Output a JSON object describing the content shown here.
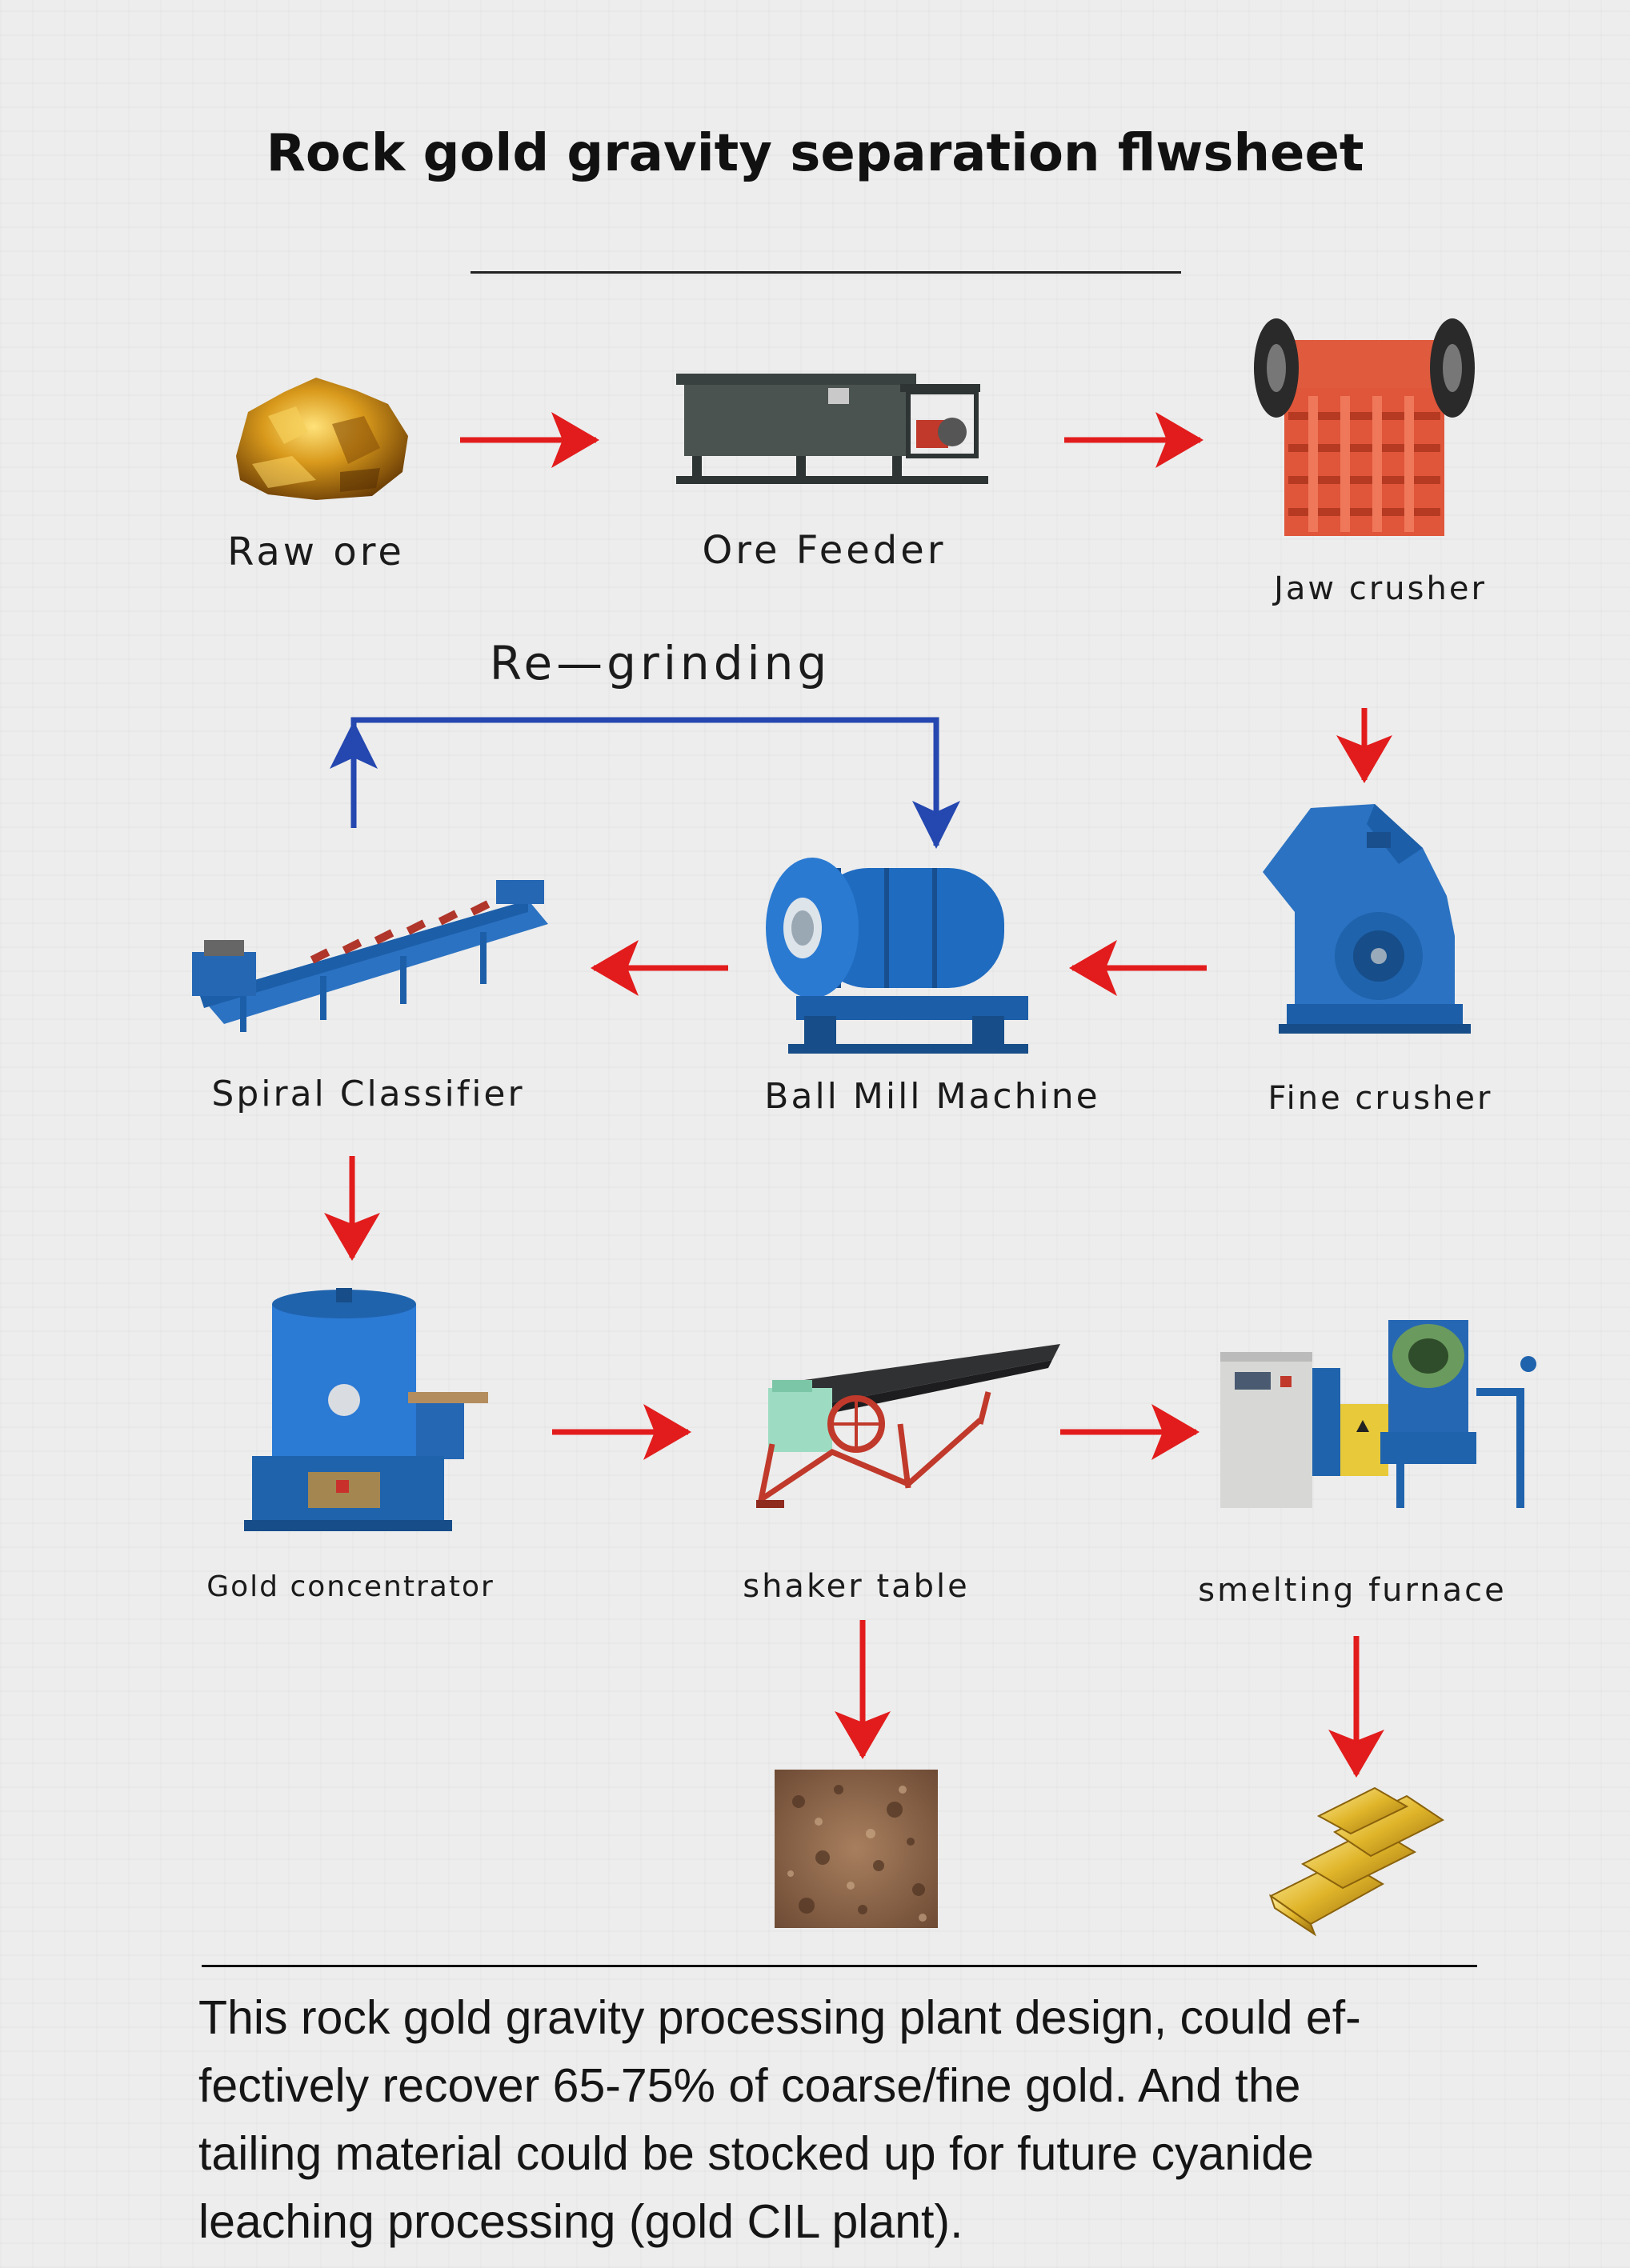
{
  "title": "Rock gold gravity separation flwsheet",
  "stages": {
    "raw_ore": "Raw ore",
    "ore_feeder": "Ore Feeder",
    "jaw_crusher": "Jaw crusher",
    "fine_crusher": "Fine crusher",
    "ball_mill": "Ball Mill Machine",
    "spiral_classifier": "Spiral Classifier",
    "gold_concentrator": "Gold concentrator",
    "shaker_table": "shaker table",
    "smelting_furnace": "smelting furnace"
  },
  "loop_label": "Re—grinding",
  "description": [
    "This rock gold gravity processing plant design, could ef-",
    "fectively recover 65-75% of coarse/fine gold.  And the",
    "tailing material could be stocked up for future cyanide",
    "leaching processing (gold CIL plant)."
  ],
  "colors": {
    "flow_arrow": "#e21c1c",
    "loop_arrow": "#2447b0",
    "equipment_blue": "#1c6fc4",
    "gold": "#d9a521"
  }
}
